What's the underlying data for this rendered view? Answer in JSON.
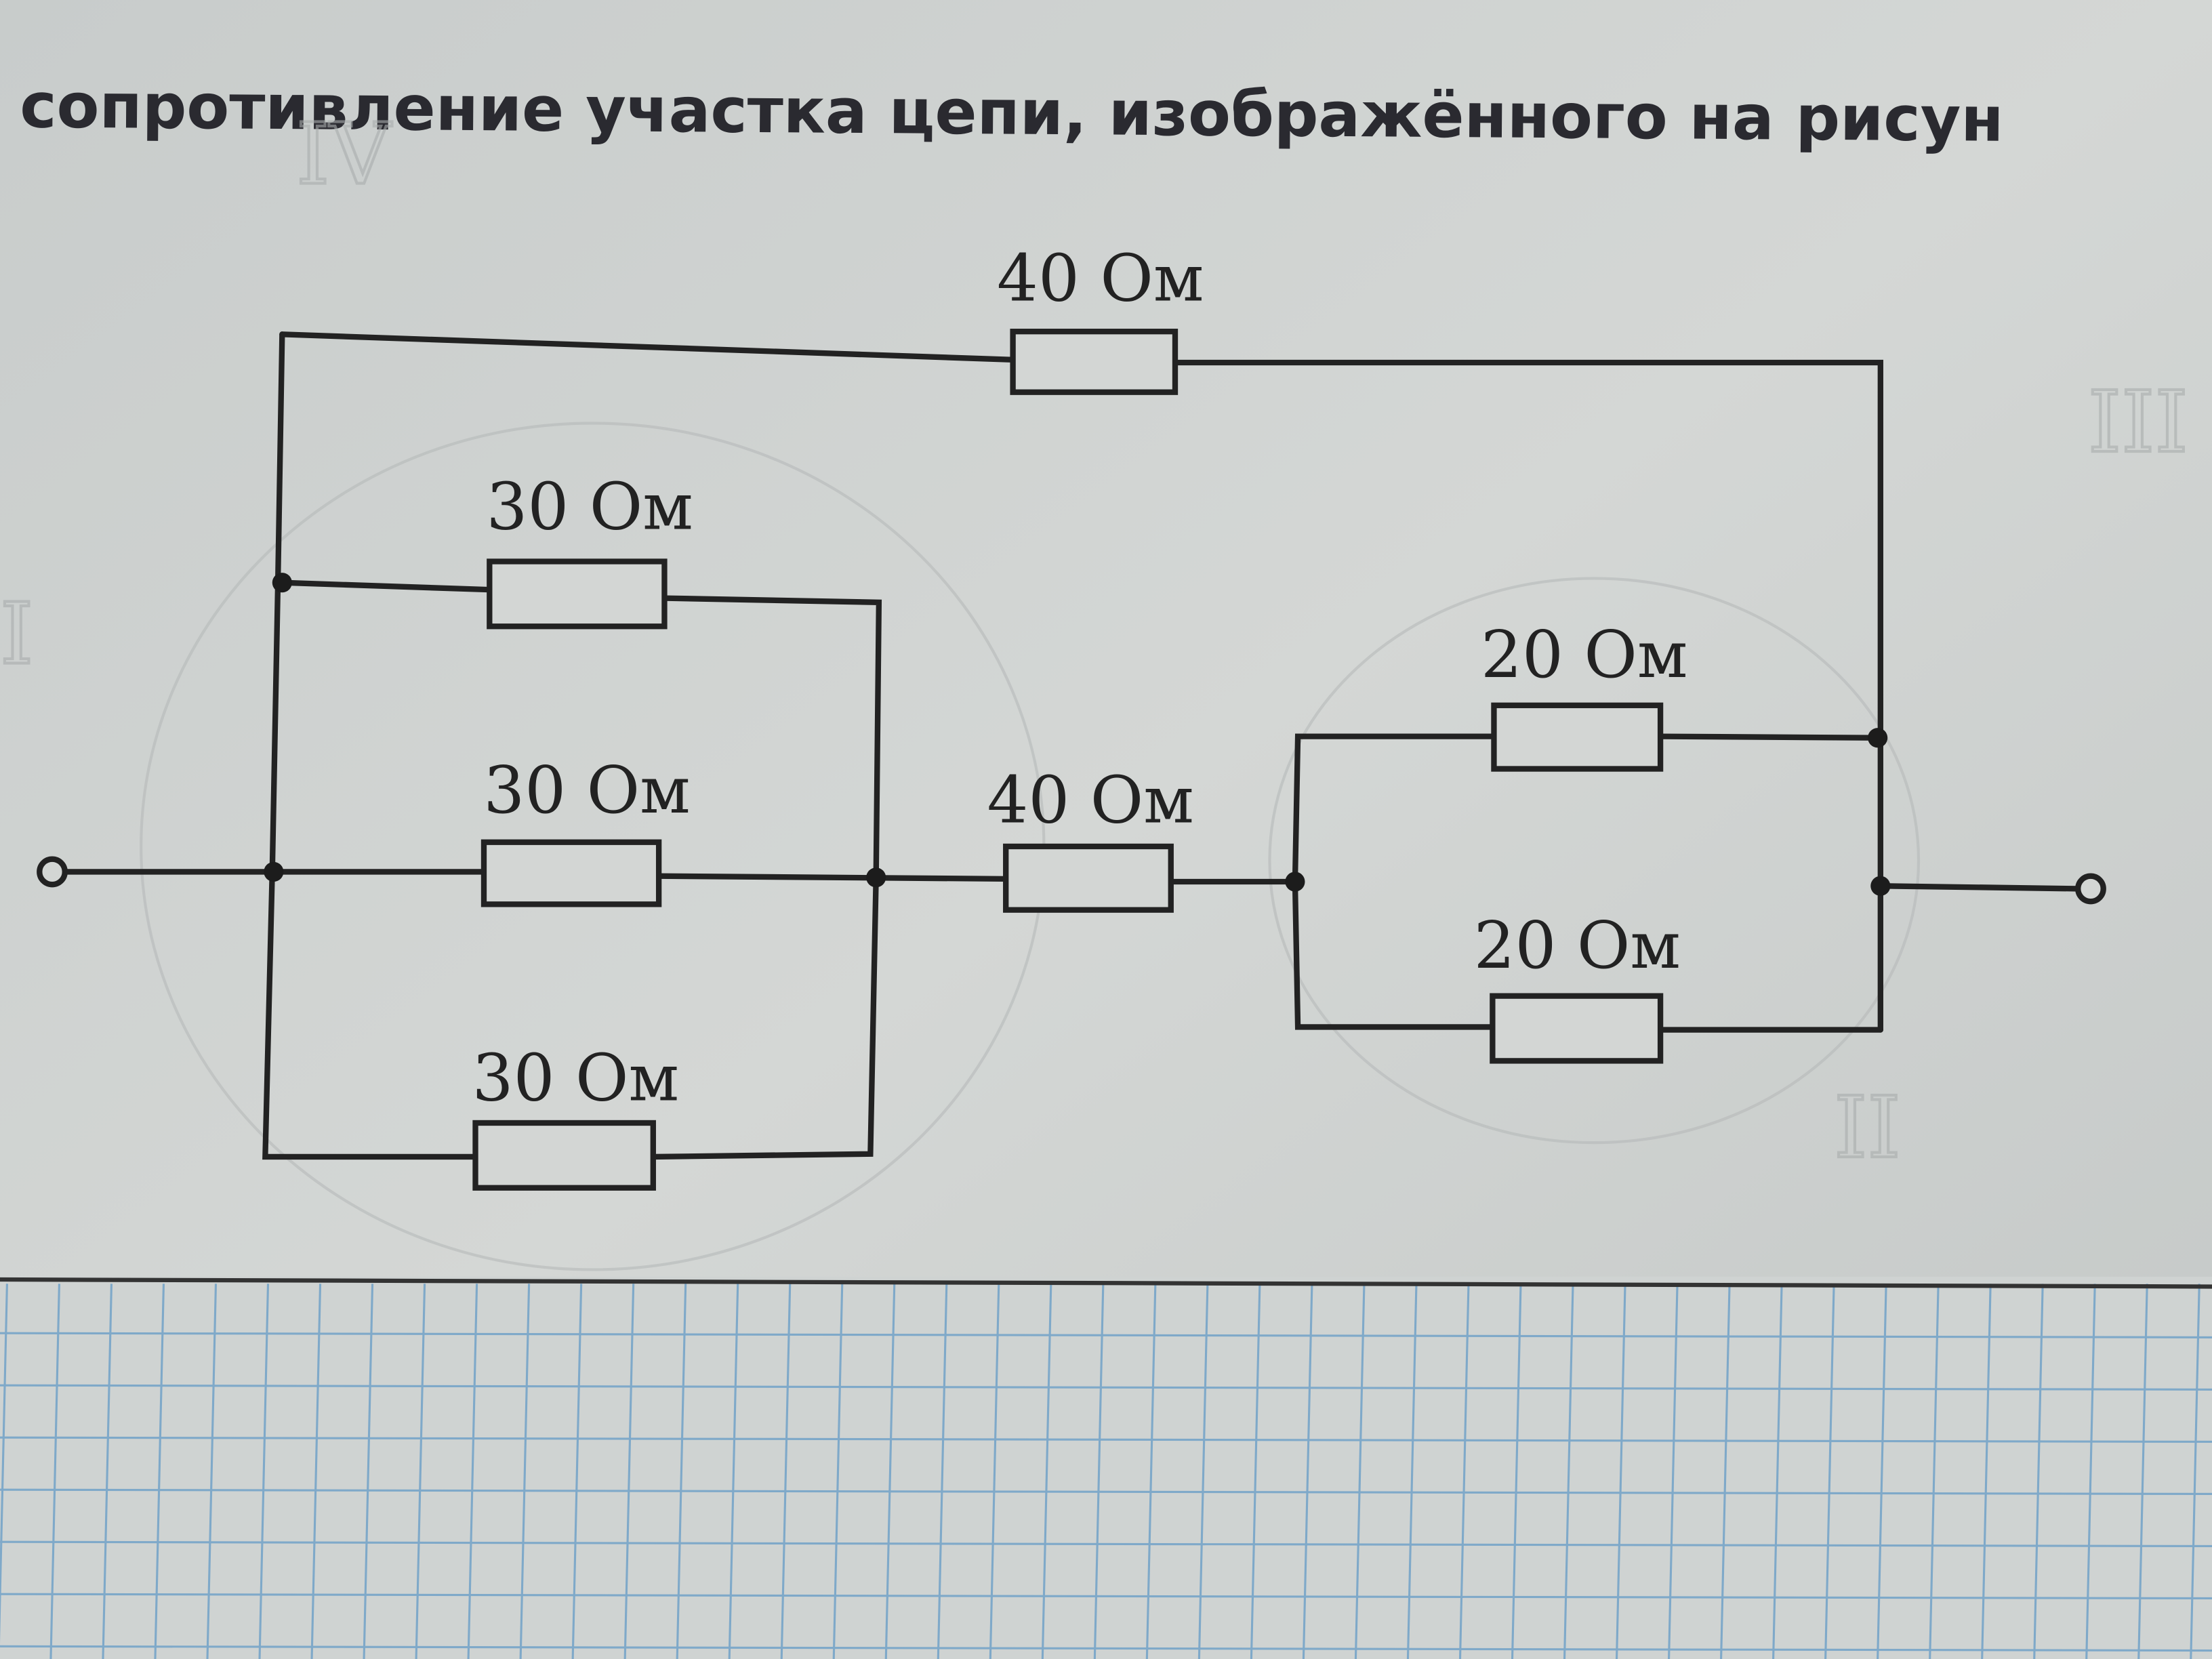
{
  "heading": "сопротивление участка цепи, изображённого на рисун",
  "circuit": {
    "top_resistor": "40 Ом",
    "left_group": [
      "30 Ом",
      "30 Ом",
      "30 Ом"
    ],
    "middle_resistor": "40 Ом",
    "right_group": [
      "20 Ом",
      "20 Ом"
    ]
  },
  "pencil_marks": [
    "I",
    "II",
    "III",
    "IV"
  ],
  "colors": {
    "paper": "#d0d3d1",
    "ink": "#222222",
    "grid": "#7fa9c9"
  }
}
